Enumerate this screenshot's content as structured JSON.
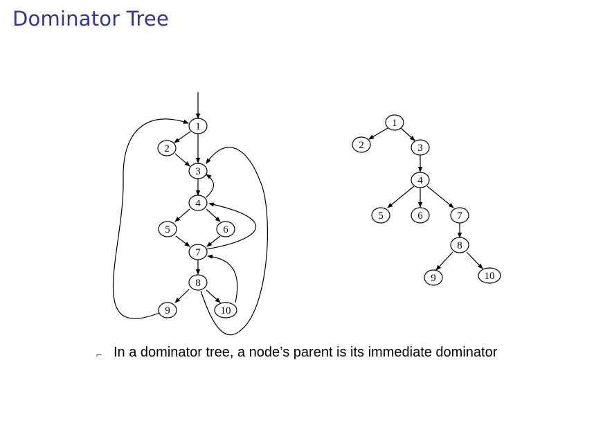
{
  "slide": {
    "title": "Dominator Tree",
    "bullets": [
      {
        "marker": "⌐",
        "text": "In a dominator tree, a node’s parent is its immediate dominator"
      }
    ]
  },
  "diagram": {
    "cfg": {
      "nodes": [
        "1",
        "2",
        "3",
        "4",
        "5",
        "6",
        "7",
        "8",
        "9",
        "10"
      ],
      "edges": [
        [
          "entry",
          "1"
        ],
        [
          "1",
          "2"
        ],
        [
          "1",
          "3"
        ],
        [
          "2",
          "3"
        ],
        [
          "3",
          "4"
        ],
        [
          "4",
          "3"
        ],
        [
          "4",
          "5"
        ],
        [
          "4",
          "6"
        ],
        [
          "5",
          "7"
        ],
        [
          "6",
          "7"
        ],
        [
          "7",
          "4"
        ],
        [
          "7",
          "8"
        ],
        [
          "8",
          "9"
        ],
        [
          "8",
          "10"
        ],
        [
          "10",
          "7"
        ],
        [
          "9",
          "1"
        ],
        [
          "8",
          "3"
        ]
      ]
    },
    "dominator_tree": {
      "nodes": [
        "1",
        "2",
        "3",
        "4",
        "5",
        "6",
        "7",
        "8",
        "9",
        "10"
      ],
      "edges": [
        [
          "1",
          "2"
        ],
        [
          "1",
          "3"
        ],
        [
          "3",
          "4"
        ],
        [
          "4",
          "5"
        ],
        [
          "4",
          "6"
        ],
        [
          "4",
          "7"
        ],
        [
          "7",
          "8"
        ],
        [
          "8",
          "9"
        ],
        [
          "8",
          "10"
        ]
      ]
    }
  }
}
